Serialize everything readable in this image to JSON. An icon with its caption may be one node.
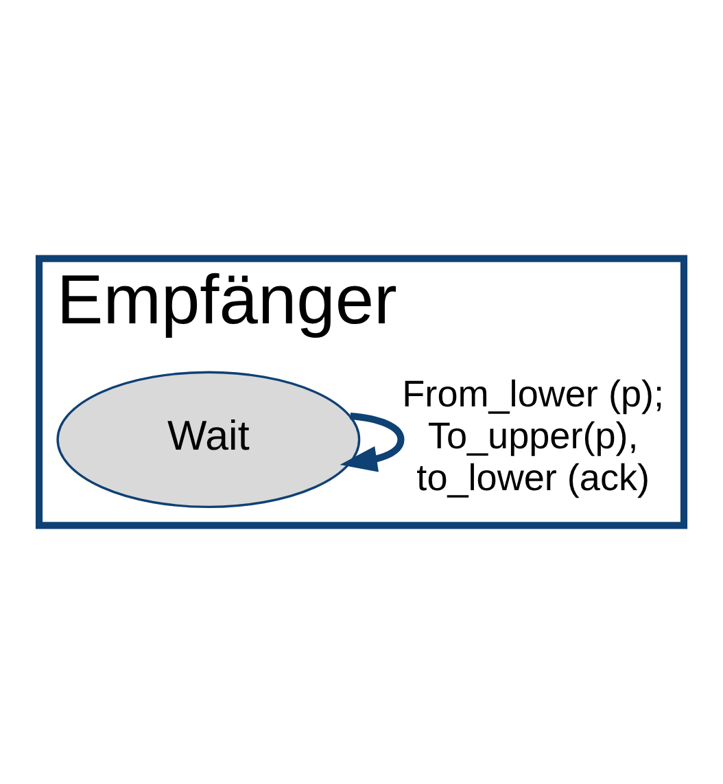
{
  "diagram": {
    "nodes": [
      {
        "text": [
          "Empfänger"
        ]
      },
      {
        "text": [
          "Wait"
        ],
        "in": 0
      }
    ],
    "edges": [
      {
        "from": 1,
        "to": 1,
        "arrow": "to",
        "label": "From_lower (p); To_upper(p), to_lower (ack)"
      }
    ]
  }
}
